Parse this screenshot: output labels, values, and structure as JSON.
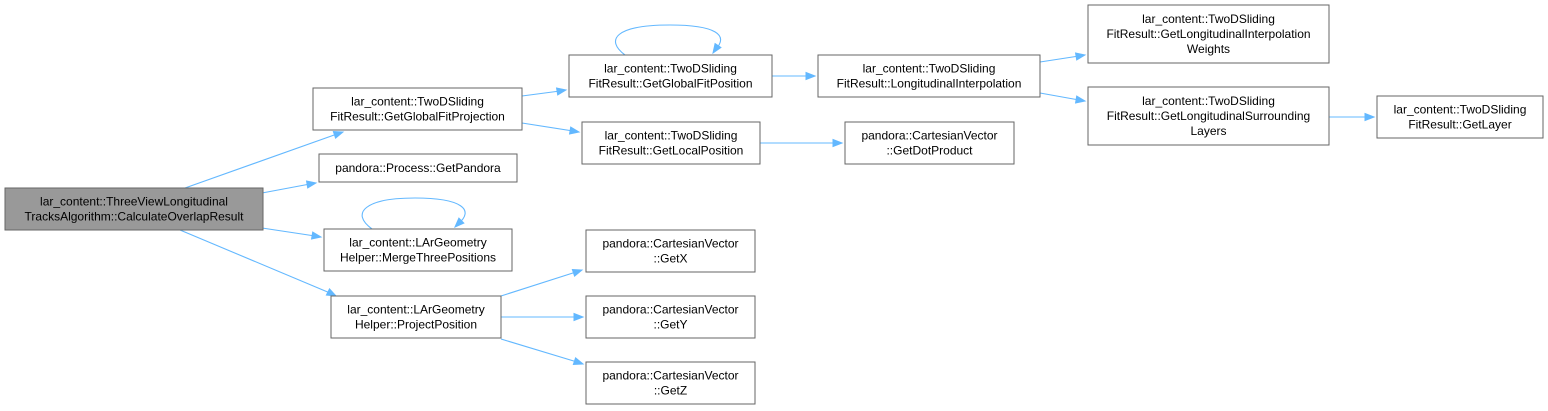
{
  "colors": {
    "edge": "#63b8ff",
    "node_border": "#666666",
    "root_fill": "#999999",
    "node_fill": "#ffffff"
  },
  "nodes": [
    {
      "id": "calc",
      "lines": [
        "lar_content::ThreeViewLongitudinal",
        "TracksAlgorithm::CalculateOverlapResult"
      ],
      "root": true
    },
    {
      "id": "gfproj",
      "lines": [
        "lar_content::TwoDSliding",
        "FitResult::GetGlobalFitProjection"
      ]
    },
    {
      "id": "getpandora",
      "lines": [
        "pandora::Process::GetPandora"
      ]
    },
    {
      "id": "merge3",
      "lines": [
        "lar_content::LArGeometry",
        "Helper::MergeThreePositions"
      ]
    },
    {
      "id": "projpos",
      "lines": [
        "lar_content::LArGeometry",
        "Helper::ProjectPosition"
      ]
    },
    {
      "id": "gfpos",
      "lines": [
        "lar_content::TwoDSliding",
        "FitResult::GetGlobalFitPosition"
      ]
    },
    {
      "id": "localpos",
      "lines": [
        "lar_content::TwoDSliding",
        "FitResult::GetLocalPosition"
      ]
    },
    {
      "id": "longinterp",
      "lines": [
        "lar_content::TwoDSliding",
        "FitResult::LongitudinalInterpolation"
      ]
    },
    {
      "id": "dot",
      "lines": [
        "pandora::CartesianVector",
        "::GetDotProduct"
      ]
    },
    {
      "id": "weights",
      "lines": [
        "lar_content::TwoDSliding",
        "FitResult::GetLongitudinalInterpolation",
        "Weights"
      ]
    },
    {
      "id": "surround",
      "lines": [
        "lar_content::TwoDSliding",
        "FitResult::GetLongitudinalSurrounding",
        "Layers"
      ]
    },
    {
      "id": "getlayer",
      "lines": [
        "lar_content::TwoDSliding",
        "FitResult::GetLayer"
      ]
    },
    {
      "id": "getx",
      "lines": [
        "pandora::CartesianVector",
        "::GetX"
      ]
    },
    {
      "id": "gety",
      "lines": [
        "pandora::CartesianVector",
        "::GetY"
      ]
    },
    {
      "id": "getz",
      "lines": [
        "pandora::CartesianVector",
        "::GetZ"
      ]
    }
  ],
  "edges": [
    {
      "from": "calc",
      "to": "gfproj"
    },
    {
      "from": "calc",
      "to": "getpandora"
    },
    {
      "from": "calc",
      "to": "merge3"
    },
    {
      "from": "calc",
      "to": "projpos"
    },
    {
      "from": "gfproj",
      "to": "gfpos"
    },
    {
      "from": "gfproj",
      "to": "localpos"
    },
    {
      "from": "gfpos",
      "to": "gfpos"
    },
    {
      "from": "gfpos",
      "to": "longinterp"
    },
    {
      "from": "localpos",
      "to": "dot"
    },
    {
      "from": "longinterp",
      "to": "weights"
    },
    {
      "from": "longinterp",
      "to": "surround"
    },
    {
      "from": "surround",
      "to": "getlayer"
    },
    {
      "from": "merge3",
      "to": "merge3"
    },
    {
      "from": "projpos",
      "to": "getx"
    },
    {
      "from": "projpos",
      "to": "gety"
    },
    {
      "from": "projpos",
      "to": "getz"
    }
  ]
}
